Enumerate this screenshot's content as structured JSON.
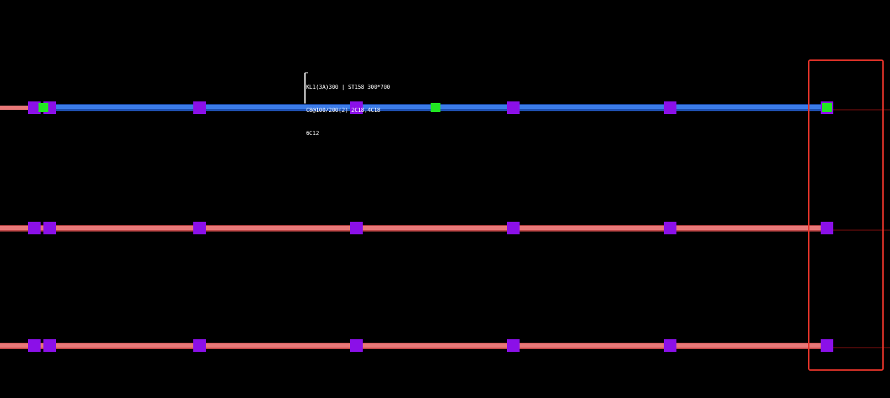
{
  "beam_label": {
    "lines": [
      "KL1(3A)300 | ST158 300*700",
      "C8@100/200(2) 2C18,4C18",
      "6C12"
    ]
  },
  "colors": {
    "background": "#000000",
    "beam_selected": "#3b7be8",
    "beam_selected_edge": "#1e4fb0",
    "beam_default": "#e87878",
    "beam_default_edge": "#c04848",
    "support_marker": "#8b10e8",
    "grip_marker": "#22e822",
    "label_text": "#ffffff",
    "selection_box": "#e8342a",
    "axis_line": "#8a1010"
  },
  "beams": [
    {
      "name": "beam-row-1",
      "state": "selected"
    },
    {
      "name": "beam-row-2",
      "state": "default"
    },
    {
      "name": "beam-row-3",
      "state": "default"
    }
  ],
  "icons": {
    "support": "support-marker-icon",
    "grip": "grip-point-icon"
  }
}
